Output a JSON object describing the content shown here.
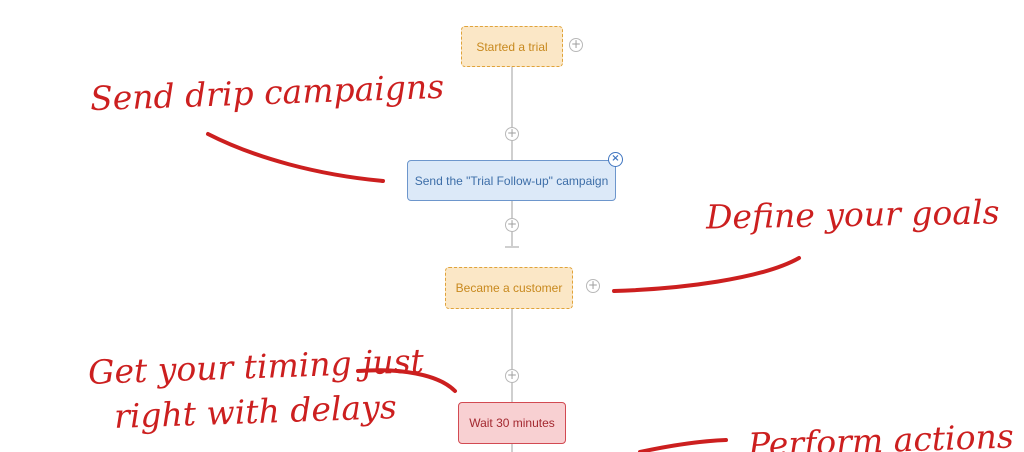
{
  "flow": {
    "trigger_started": "Started a trial",
    "campaign_action": "Send the \"Trial Follow-up\" campaign",
    "goal_customer": "Became a customer",
    "delay": "Wait 30 minutes"
  },
  "annotations": {
    "drip": "Send drip campaigns",
    "goals": "Define your goals",
    "timing_line1": "Get your timing just",
    "timing_line2": "right with delays",
    "actions": "Perform actions"
  },
  "icons": {
    "add": "plus-circle-icon",
    "remove": "close-circle-icon"
  },
  "colors": {
    "trigger_fill": "#fbe7c6",
    "trigger_border": "#e0a33a",
    "campaign_fill": "#dce9f8",
    "campaign_border": "#6d96cc",
    "delay_fill": "#f8d0d2",
    "delay_border": "#d24a52",
    "annotation": "#cc1f1f",
    "connector": "#cfcfcf"
  }
}
